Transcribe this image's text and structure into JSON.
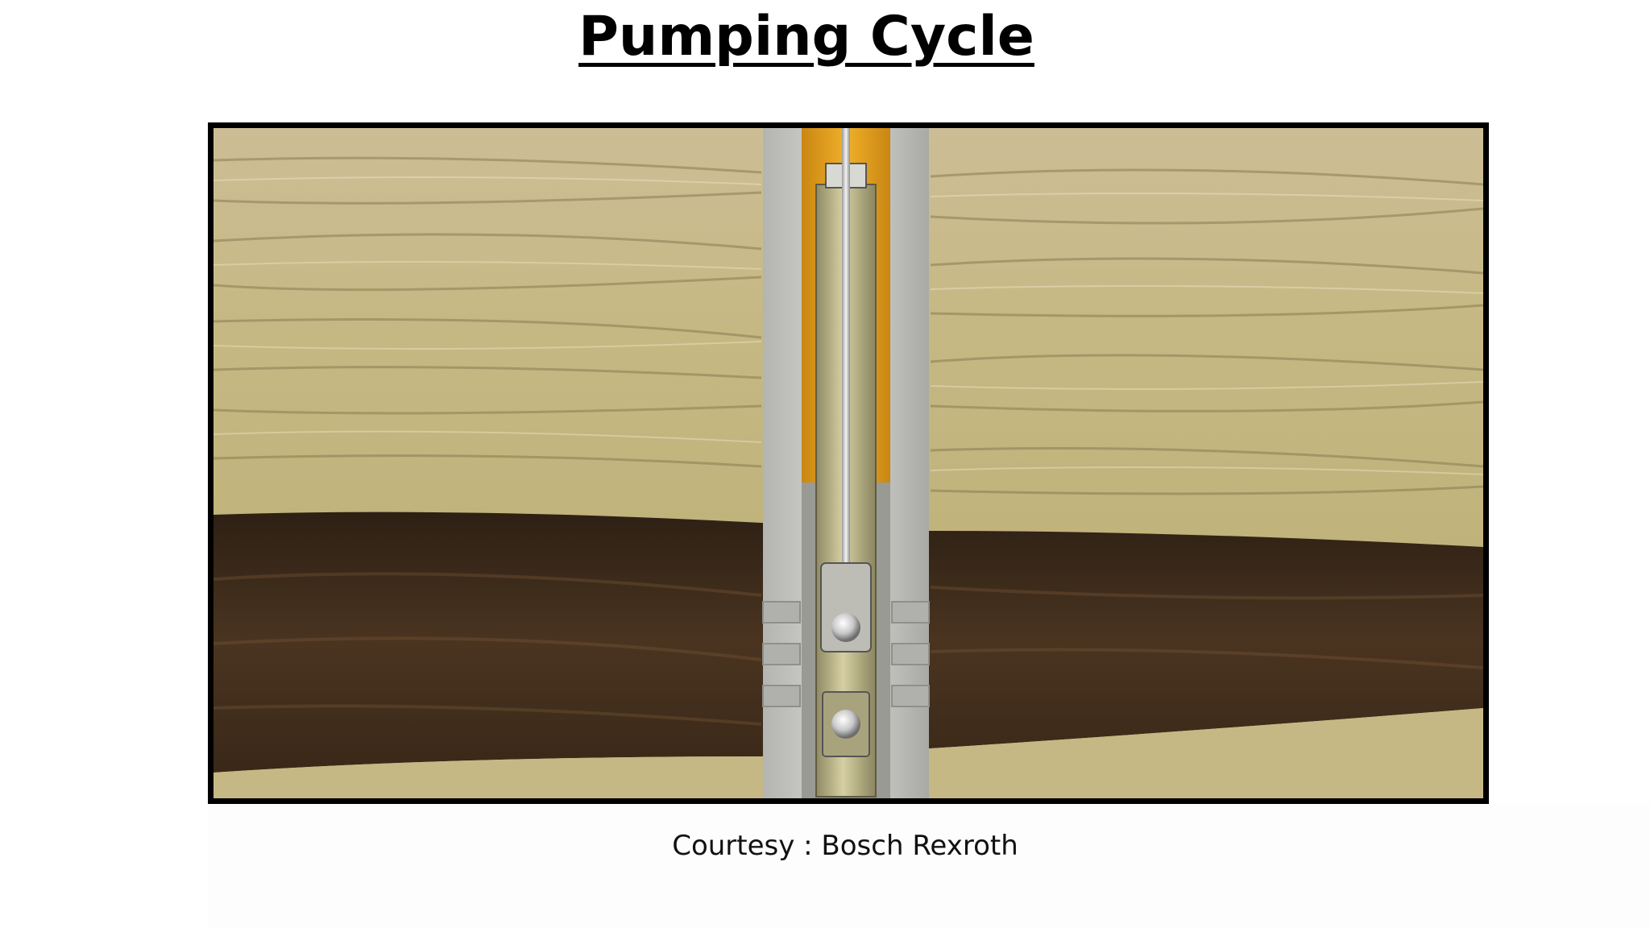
{
  "slide": {
    "title": "Pumping Cycle",
    "caption": "Courtesy : Bosch Rexroth"
  },
  "illustration": {
    "subject": "sucker-rod-pump-in-wellbore",
    "colors": {
      "upper_rock": "#c7b78a",
      "oil_sand": "#3b2a1a",
      "casing": "#c9c9c6",
      "tubing_fluid": "#e0a21c",
      "barrel": "#b8af86",
      "rod": "#e6e6e6",
      "valve_ball": "#d8d8d8"
    }
  }
}
